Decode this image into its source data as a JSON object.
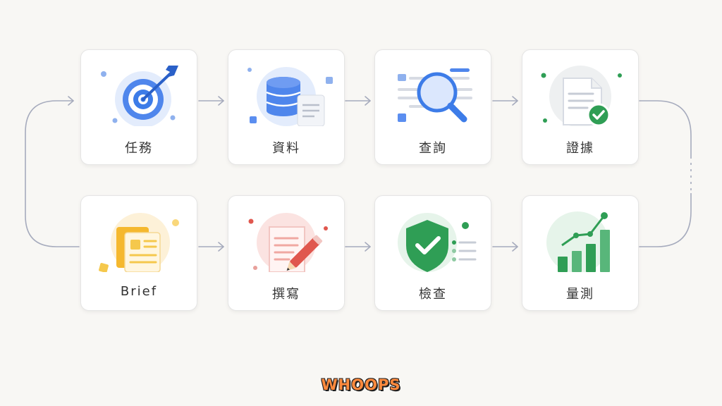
{
  "steps": [
    {
      "label": "任務",
      "icon": "target-icon"
    },
    {
      "label": "資料",
      "icon": "database-icon"
    },
    {
      "label": "查詢",
      "icon": "magnifier-icon"
    },
    {
      "label": "證據",
      "icon": "verified-document-icon"
    },
    {
      "label": "Brief",
      "icon": "brief-document-icon"
    },
    {
      "label": "撰寫",
      "icon": "document-pencil-icon"
    },
    {
      "label": "檢查",
      "icon": "shield-check-icon"
    },
    {
      "label": "量測",
      "icon": "growth-chart-icon"
    }
  ],
  "brand": "WHOOPS",
  "colors": {
    "connector": "#a6abbd",
    "blue": "#3d7ce8",
    "green": "#2f9e55",
    "orange": "#f5b82e",
    "red": "#e0574e"
  }
}
